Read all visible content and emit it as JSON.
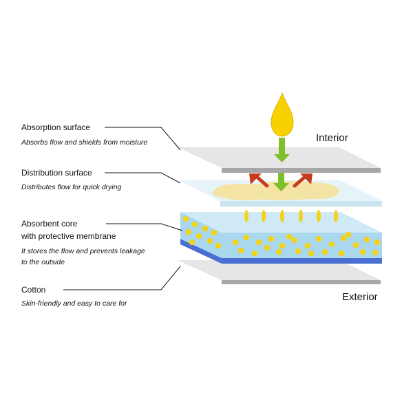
{
  "side_labels": {
    "interior": "Interior",
    "exterior": "Exterior"
  },
  "layers": [
    {
      "title_lines": [
        "Absorption surface"
      ],
      "description_lines": [
        "Absorbs flow and shields from moisture"
      ]
    },
    {
      "title_lines": [
        "Distribution surface"
      ],
      "description_lines": [
        "Distributes flow for quick drying"
      ]
    },
    {
      "title_lines": [
        "Absorbent core",
        "with protective membrane"
      ],
      "description_lines": [
        "It stores the flow and prevents leakage",
        "to the outside"
      ]
    },
    {
      "title_lines": [
        "Cotton"
      ],
      "description_lines": [
        "Skin-friendly and easy to care for"
      ]
    }
  ],
  "colors": {
    "drop": "#f7d100",
    "drop_outline": "#d9a800",
    "down_arrow": "#7fbf2a",
    "spread_arrow": "#c63b1c",
    "sheet_top": "#e6e6e6",
    "sheet_edge": "#a7a7a7",
    "distribution_fill": "#e6f4fa",
    "distribution_edge": "#c9e3ef",
    "stain": "#f3e3a4",
    "core_top": "#cfe9f7",
    "core_front": "#a9d8ee",
    "core_side": "#9fd2ea",
    "membrane": "#4a6fd0",
    "dot": "#f3d21a"
  }
}
